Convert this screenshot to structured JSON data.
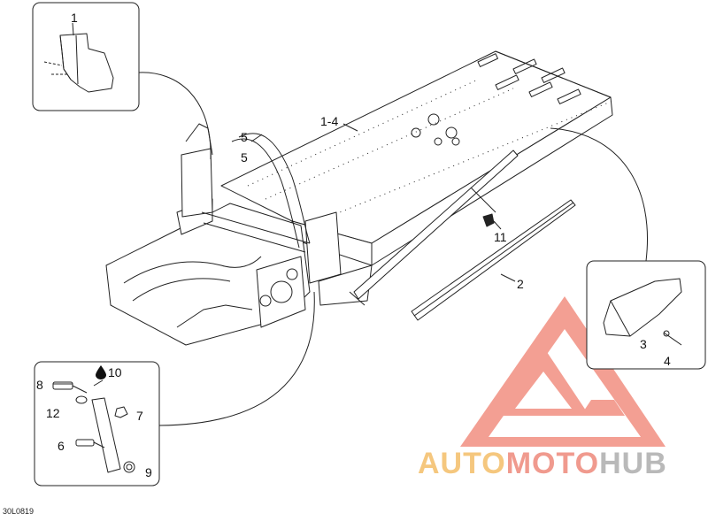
{
  "callouts": {
    "c1": "1",
    "c1_4": "1-4",
    "c5a": "5",
    "c5b": "5",
    "c11": "11",
    "c2": "2",
    "c3": "3",
    "c4": "4",
    "c10": "10",
    "c8": "8",
    "c12": "12",
    "c7": "7",
    "c6": "6",
    "c9": "9"
  },
  "reference_code": "30L0819",
  "watermark": {
    "part1": "AUTO",
    "part2": "MOTO",
    "part3": "HUB",
    "colors": {
      "auto": "#f5c77e",
      "moto": "#f09a8e",
      "hub": "#b9b9b9",
      "logo": "#f08070"
    }
  }
}
